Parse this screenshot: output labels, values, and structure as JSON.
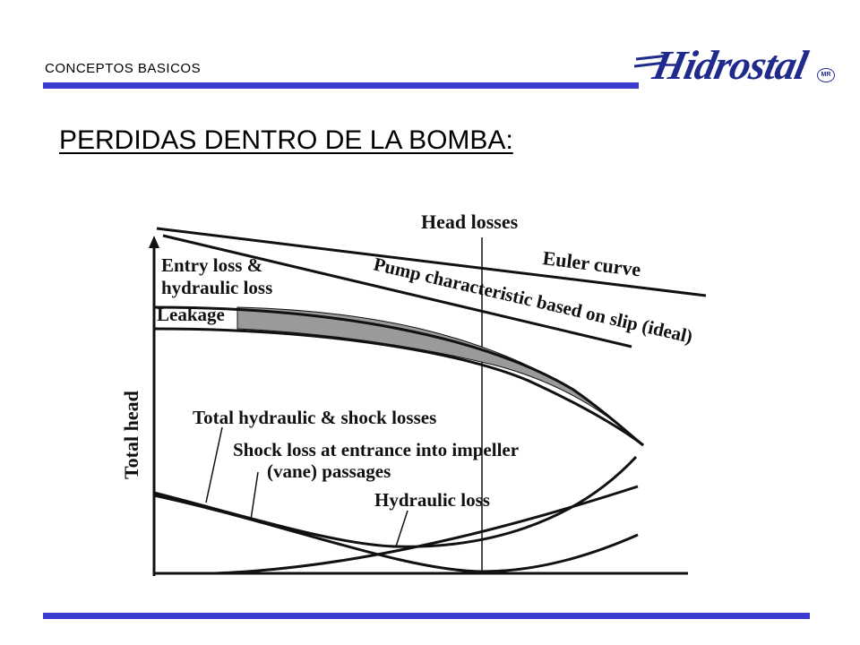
{
  "header": {
    "section_label": "CONCEPTOS BASICOS",
    "logo_text": "Hidrostal",
    "logo_mark": "MR",
    "accent_color": "#3a3ccf",
    "logo_color": "#1f2a8c"
  },
  "slide": {
    "title": "PERDIDAS DENTRO DE LA BOMBA:"
  },
  "diagram": {
    "y_axis_label": "Total head",
    "labels": {
      "head_losses": "Head losses",
      "euler_curve": "Euler curve",
      "entry_loss_line1": "Entry loss &",
      "entry_loss_line2": "hydraulic loss",
      "pump_characteristic": "Pump characteristic based on slip (ideal)",
      "leakage": "Leakage",
      "total_losses": "Total hydraulic & shock losses",
      "shock_loss_line1": "Shock loss at entrance into impeller",
      "shock_loss_line2": "(vane) passages",
      "hydraulic_loss": "Hydraulic loss"
    }
  }
}
